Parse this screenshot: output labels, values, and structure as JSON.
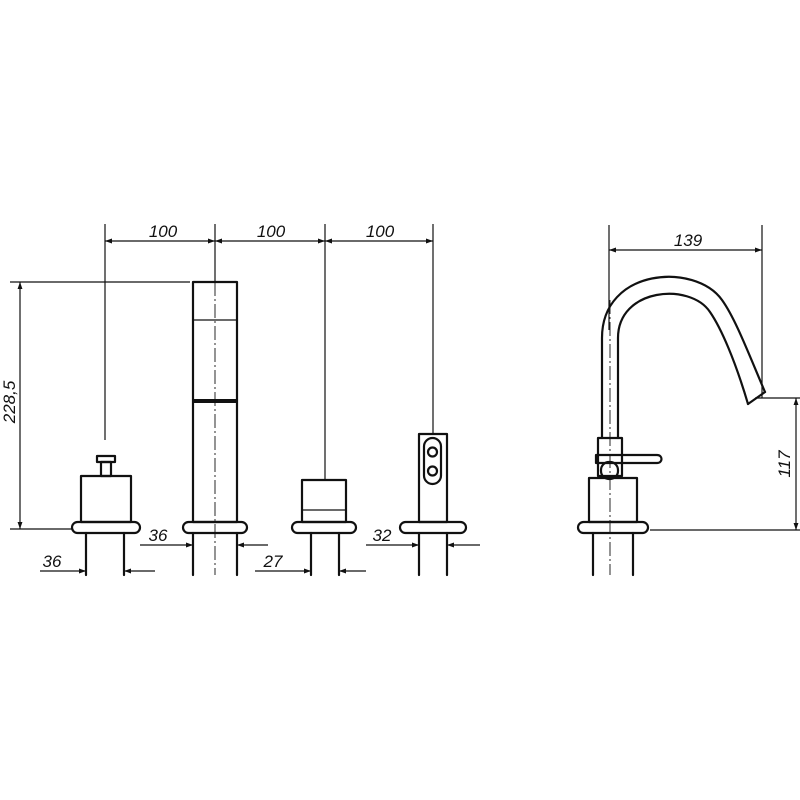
{
  "dimensions": {
    "spacing_1": "100",
    "spacing_2": "100",
    "spacing_3": "100",
    "height_total": "228,5",
    "dia_left": "36",
    "dia_spout": "36",
    "dia_middle": "27",
    "dia_handshower": "32",
    "reach": "139",
    "spout_height": "117"
  }
}
